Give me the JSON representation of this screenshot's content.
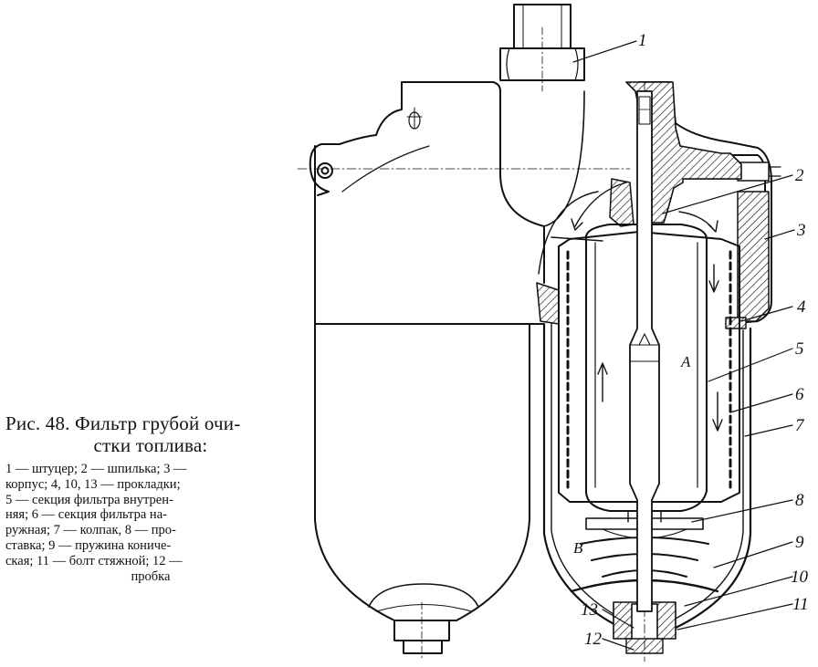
{
  "figure": {
    "caption_title_line1": "Рис. 48. Фильтр грубой очи-",
    "caption_title_line2": "стки топлива:",
    "legend_lines": [
      "1 — штуцер; 2 — шпилька; 3 —",
      "корпус; 4, 10, 13 — прокладки;",
      "5 — секция фильтра внутрен-",
      "няя; 6 — секция фильтра на-",
      "ружная; 7 — колпак, 8 — про-",
      "ставка; 9 — пружина кониче-",
      "ская; 11 — болт стяжной; 12 —",
      "пробка"
    ]
  },
  "callouts": [
    "1",
    "2",
    "3",
    "4",
    "5",
    "6",
    "7",
    "8",
    "9",
    "10",
    "11",
    "12",
    "13"
  ],
  "zone_labels": [
    "A",
    "B"
  ]
}
